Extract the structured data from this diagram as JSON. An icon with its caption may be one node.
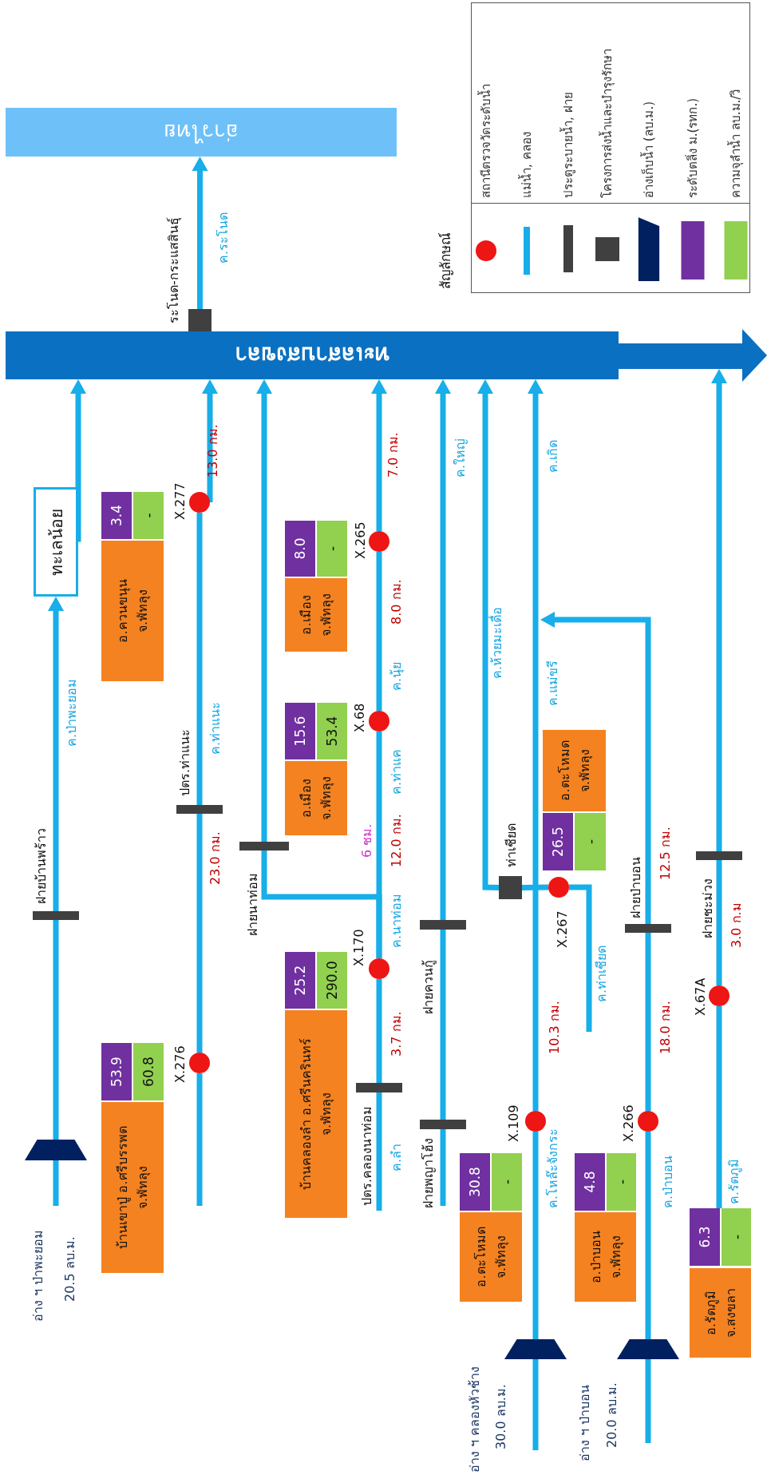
{
  "diagram": {
    "nodes": [
      {
        "text": [
          "อ่าวไทย"
        ]
      },
      {
        "text": [
          "ทะเลสาบสงขลา"
        ]
      },
      {
        "text": [],
        "shape": "box",
        "beside": [
          "ระโนด-กระแสสินธุ์"
        ]
      },
      {
        "text": [
          "ทะเลน้อย"
        ]
      },
      {
        "text": [],
        "shape": "bar",
        "beside": [
          "ฝายบ้านพร้าว"
        ]
      },
      {
        "text": [],
        "shape": "trapezoid",
        "beside": [
          "อ่าง ฯ ป่าพะยอม",
          "20.5 ลบ.ม."
        ]
      },
      {
        "text": [],
        "shape": "circle",
        "beside": [
          "X.277"
        ]
      },
      {
        "text": [
          "3.4"
        ]
      },
      {
        "text": [
          "-"
        ]
      },
      {
        "text": [
          "อ.ควนขนุน",
          "จ.พัทลุง"
        ]
      },
      {
        "text": [],
        "shape": "bar",
        "beside": [
          "ปตร.ท่าแนะ"
        ]
      },
      {
        "text": [],
        "shape": "circle",
        "beside": [
          "X.276"
        ]
      },
      {
        "text": [
          "53.9"
        ]
      },
      {
        "text": [
          "60.8"
        ]
      },
      {
        "text": [
          "บ้านเขาปู่ อ.ศรีบรรพต",
          "จ.พัทลุง"
        ]
      },
      {
        "text": [],
        "shape": "bar",
        "beside": [
          "ฝายนาท่อม"
        ]
      },
      {
        "text": [],
        "shape": "circle",
        "beside": [
          "X.265"
        ]
      },
      {
        "text": [
          "8.0"
        ]
      },
      {
        "text": [
          "-"
        ]
      },
      {
        "text": [
          "อ.เมือง",
          "จ.พัทลุง"
        ]
      },
      {
        "text": [],
        "shape": "circle",
        "beside": [
          "X.68"
        ]
      },
      {
        "text": [
          "15.6"
        ]
      },
      {
        "text": [
          "53.4"
        ]
      },
      {
        "text": [
          "อ.เมือง",
          "จ.พัทลุง"
        ]
      },
      {
        "text": [],
        "shape": "circle",
        "beside": [
          "X.170"
        ]
      },
      {
        "text": [
          "25.2"
        ]
      },
      {
        "text": [
          "290.0"
        ]
      },
      {
        "text": [
          "บ้านคลองลำ อ.ศรีนครินทร์",
          "จ.พัทลุง"
        ]
      },
      {
        "text": [],
        "shape": "bar",
        "beside": [
          "ปตร.คลองนาท่อม"
        ]
      },
      {
        "text": [],
        "shape": "bar",
        "beside": [
          "ฝายควนกู้"
        ]
      },
      {
        "text": [],
        "shape": "bar",
        "beside": [
          "ฝายพญาโฮ้ง"
        ]
      },
      {
        "text": [],
        "shape": "box",
        "beside": [
          "ท่าเชียด"
        ]
      },
      {
        "text": [],
        "shape": "circle",
        "beside": [
          "X.267"
        ]
      },
      {
        "text": [
          "อ.ตะโหมด",
          "จ.พัทลุง"
        ]
      },
      {
        "text": [
          "26.5"
        ]
      },
      {
        "text": [
          "-"
        ]
      },
      {
        "text": [],
        "shape": "circle",
        "beside": [
          "X.109"
        ]
      },
      {
        "text": [
          "30.8"
        ]
      },
      {
        "text": [
          "-"
        ]
      },
      {
        "text": [
          "อ.ตะโหมด",
          "จ.พัทลุง"
        ]
      },
      {
        "text": [],
        "shape": "trapezoid",
        "beside": [
          "อ่าง ฯ คลองหัวช้าง",
          "30.0 ลบ.ม."
        ]
      },
      {
        "text": [],
        "shape": "bar",
        "beside": [
          "ฝายป่าบอน"
        ]
      },
      {
        "text": [],
        "shape": "circle",
        "beside": [
          "X.266"
        ]
      },
      {
        "text": [
          "4.8"
        ]
      },
      {
        "text": [
          "-"
        ]
      },
      {
        "text": [
          "อ.ป่าบอน",
          "จ.พัทลุง"
        ]
      },
      {
        "text": [],
        "shape": "trapezoid",
        "beside": [
          "อ่าง ฯ ป่าบอน",
          "20.0 ลบ.ม."
        ]
      },
      {
        "text": [],
        "shape": "bar",
        "beside": [
          "ฝายชะม่วง"
        ]
      },
      {
        "text": [],
        "shape": "circle",
        "beside": [
          "X.67A"
        ]
      },
      {
        "text": [
          "6.3"
        ]
      },
      {
        "text": [
          "-"
        ]
      },
      {
        "text": [
          "อ.รัตภูมิ",
          "จ.สงขลา"
        ]
      }
    ],
    "edges": [
      {
        "from": 2,
        "to": 0,
        "arrow": "to"
      },
      {
        "from": 3,
        "to": 1,
        "arrow": "to"
      },
      {
        "from": 4,
        "to": 3,
        "arrow": "to"
      },
      {
        "from": 5,
        "to": 4,
        "arrow": "none"
      },
      {
        "from": null,
        "to": 5,
        "arrow": "none"
      },
      {
        "from": 6,
        "to": 1,
        "arrow": "to",
        "label": "13.0 กม."
      },
      {
        "from": 10,
        "to": 6,
        "arrow": "none"
      },
      {
        "from": 11,
        "to": 10,
        "arrow": "none",
        "label": "23.0 กม."
      },
      {
        "from": null,
        "to": 11,
        "arrow": "none"
      },
      {
        "from": 16,
        "to": 1,
        "arrow": "to",
        "label": "7.0 กม."
      },
      {
        "from": 20,
        "to": 16,
        "arrow": "none",
        "label": "8.0 กม."
      },
      {
        "from": 24,
        "to": 20,
        "arrow": "none",
        "label": "12.0 กม."
      },
      {
        "from": 28,
        "to": 24,
        "arrow": "none",
        "label": "3.7 กม."
      },
      {
        "from": null,
        "to": 28,
        "arrow": "none"
      },
      {
        "from": 24,
        "to": 15,
        "arrow": "none"
      },
      {
        "from": 15,
        "to": 1,
        "arrow": "to"
      },
      {
        "from": 29,
        "to": 1,
        "arrow": "to"
      },
      {
        "from": 30,
        "to": 29,
        "arrow": "none"
      },
      {
        "from": null,
        "to": 30,
        "arrow": "none"
      },
      {
        "from": 31,
        "to": 1,
        "arrow": "to"
      },
      {
        "from": 32,
        "to": 31,
        "arrow": "none"
      },
      {
        "from": null,
        "to": 32,
        "arrow": "none"
      },
      {
        "from": 36,
        "to": 1,
        "arrow": "to",
        "label": "10.3 กม."
      },
      {
        "from": 40,
        "to": 36,
        "arrow": "none"
      },
      {
        "from": null,
        "to": 40,
        "arrow": "none"
      },
      {
        "from": 41,
        "to": null,
        "arrow": "to",
        "label": "12.5 กม."
      },
      {
        "from": 42,
        "to": 41,
        "arrow": "none",
        "label": "18.0 กม."
      },
      {
        "from": 46,
        "to": 42,
        "arrow": "none"
      },
      {
        "from": null,
        "to": 46,
        "arrow": "none"
      },
      {
        "from": 47,
        "to": 1,
        "arrow": "to"
      },
      {
        "from": 48,
        "to": 47,
        "arrow": "none",
        "label": "3.0 ก.ม"
      },
      {
        "from": 49,
        "to": 48,
        "arrow": "none"
      }
    ],
    "labels": [
      "ค.ระโนด",
      "ค.ป่าพะยอม",
      "ค.ท่าแนะ",
      "ค.นุ้ย",
      "ค.ท่าแค",
      "6 ชม.",
      "ค.นาท่อม",
      "ค.ลำ",
      "ค.ใหญ่",
      "ค.ห้วยมะเดื่อ",
      "ค.ท่าเชียด",
      "ค.เกิด",
      "ค.แม่ขรี",
      "ค.โหล๊ะจังกระ",
      "ค.ป่าบอน",
      "ค.รัตภูมิ",
      "สัญลักษณ์"
    ],
    "legend": [
      {
        "text": "สถานีตรวจวัดระดับน้ำ"
      },
      {
        "text": "แม่น้ำ, คลอง"
      },
      {
        "text": "ประตูระบายน้ำ, ฝาย"
      },
      {
        "text": "โครงการส่งน้ำและบำรุงรักษา"
      },
      {
        "text": "อ่างเก็บน้ำ (ลบ.ม.)"
      },
      {
        "text": "ระดับตลิ่ง ม.(รทก.)",
        "color": "#7030a0"
      },
      {
        "text": "ความจุลำน้ำ ลบ.ม./วิ",
        "color": "#92d050"
      }
    ]
  }
}
